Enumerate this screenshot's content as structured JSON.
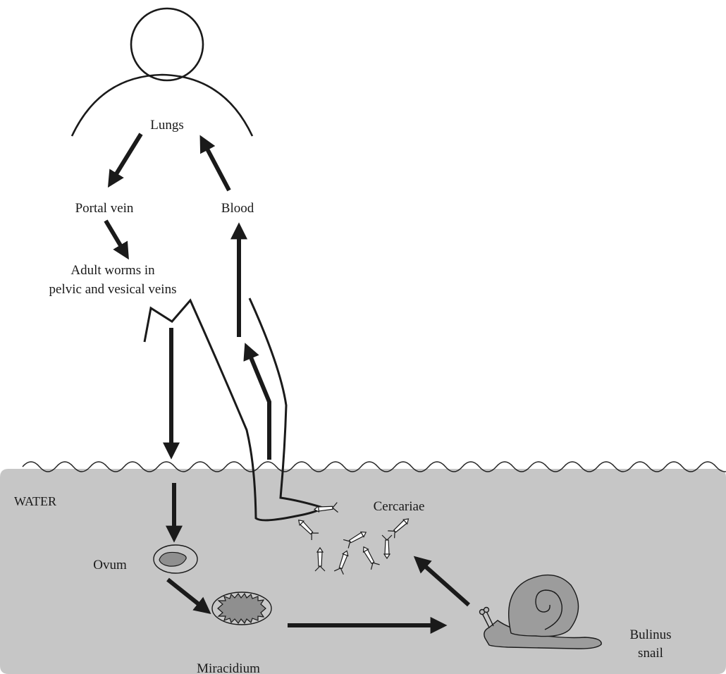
{
  "diagram": {
    "labels": {
      "lungs": "Lungs",
      "portal_vein": "Portal vein",
      "blood": "Blood",
      "adult_worms_line1": "Adult worms in",
      "adult_worms_line2": "pelvic and vesical veins",
      "water": "WATER",
      "ovum": "Ovum",
      "miracidium": "Miracidium",
      "cercariae": "Cercariae",
      "snail_line1": "Bulinus",
      "snail_line2": "snail"
    },
    "colors": {
      "water_fill": "#c6c6c6",
      "stroke": "#1a1a1a",
      "snail_fill": "#9c9c9c",
      "ovum_ring": "#c9c9c9",
      "ovum_core": "#8f8f8f",
      "white": "#ffffff"
    },
    "icons": [
      "human-figure-icon",
      "leg-icon",
      "snail-icon",
      "ovum-icon",
      "miracidium-icon",
      "cercaria-icon"
    ]
  }
}
